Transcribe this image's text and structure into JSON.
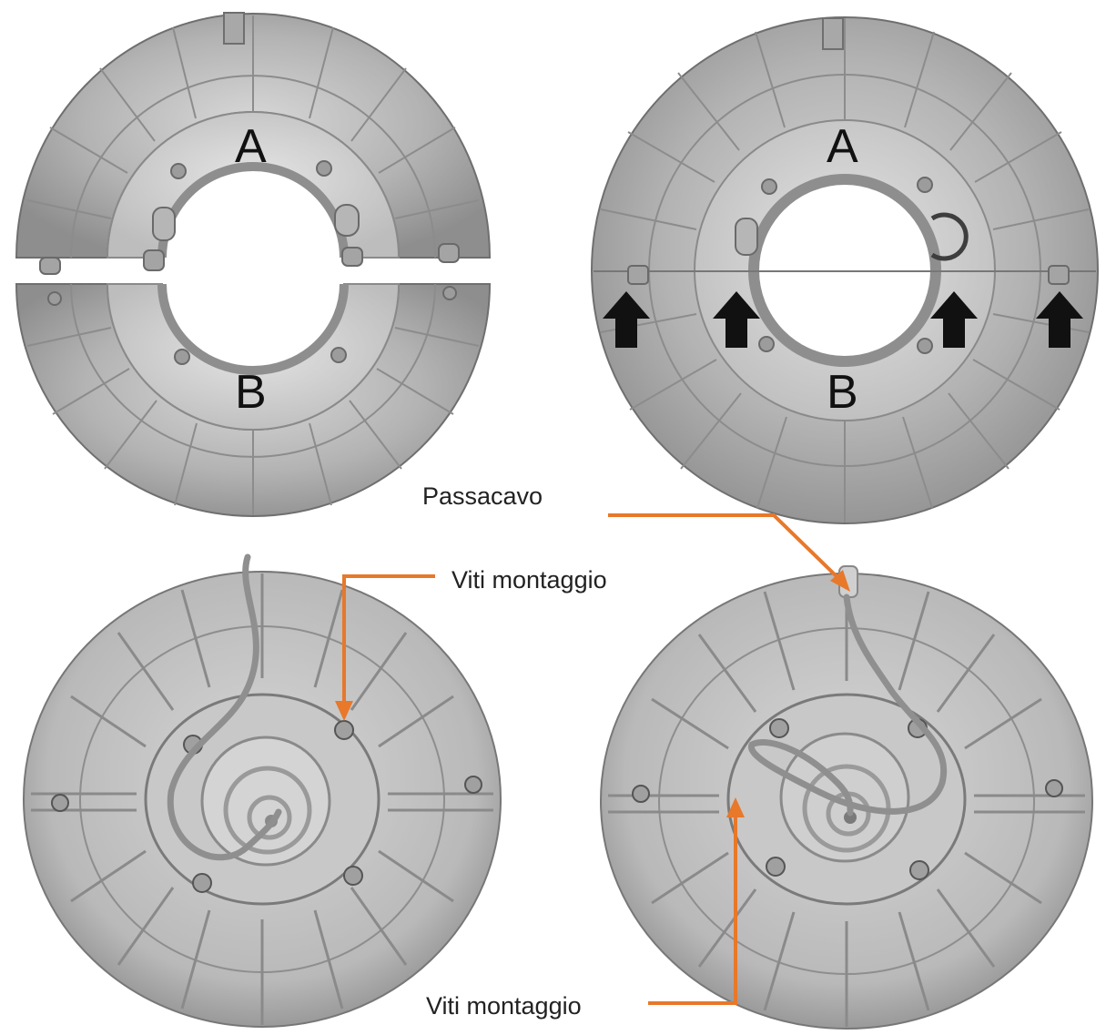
{
  "panels": {
    "top_left": {
      "upper_half_label": "A",
      "lower_half_label": "B"
    },
    "top_right": {
      "upper_half_label": "A",
      "lower_half_label": "B"
    }
  },
  "callouts": {
    "cable_gland": "Passacavo",
    "mounting_screws_left": "Viti montaggio",
    "mounting_screws_right": "Viti montaggio"
  },
  "colors": {
    "callout_line": "#e8782a",
    "arrow_fill": "#111111",
    "plastic_light": "#cfcfcf",
    "plastic_mid": "#a9a9a9",
    "plastic_dark": "#7d7d7d"
  },
  "icons": {
    "insert_arrow": "arrow-up-icon"
  }
}
